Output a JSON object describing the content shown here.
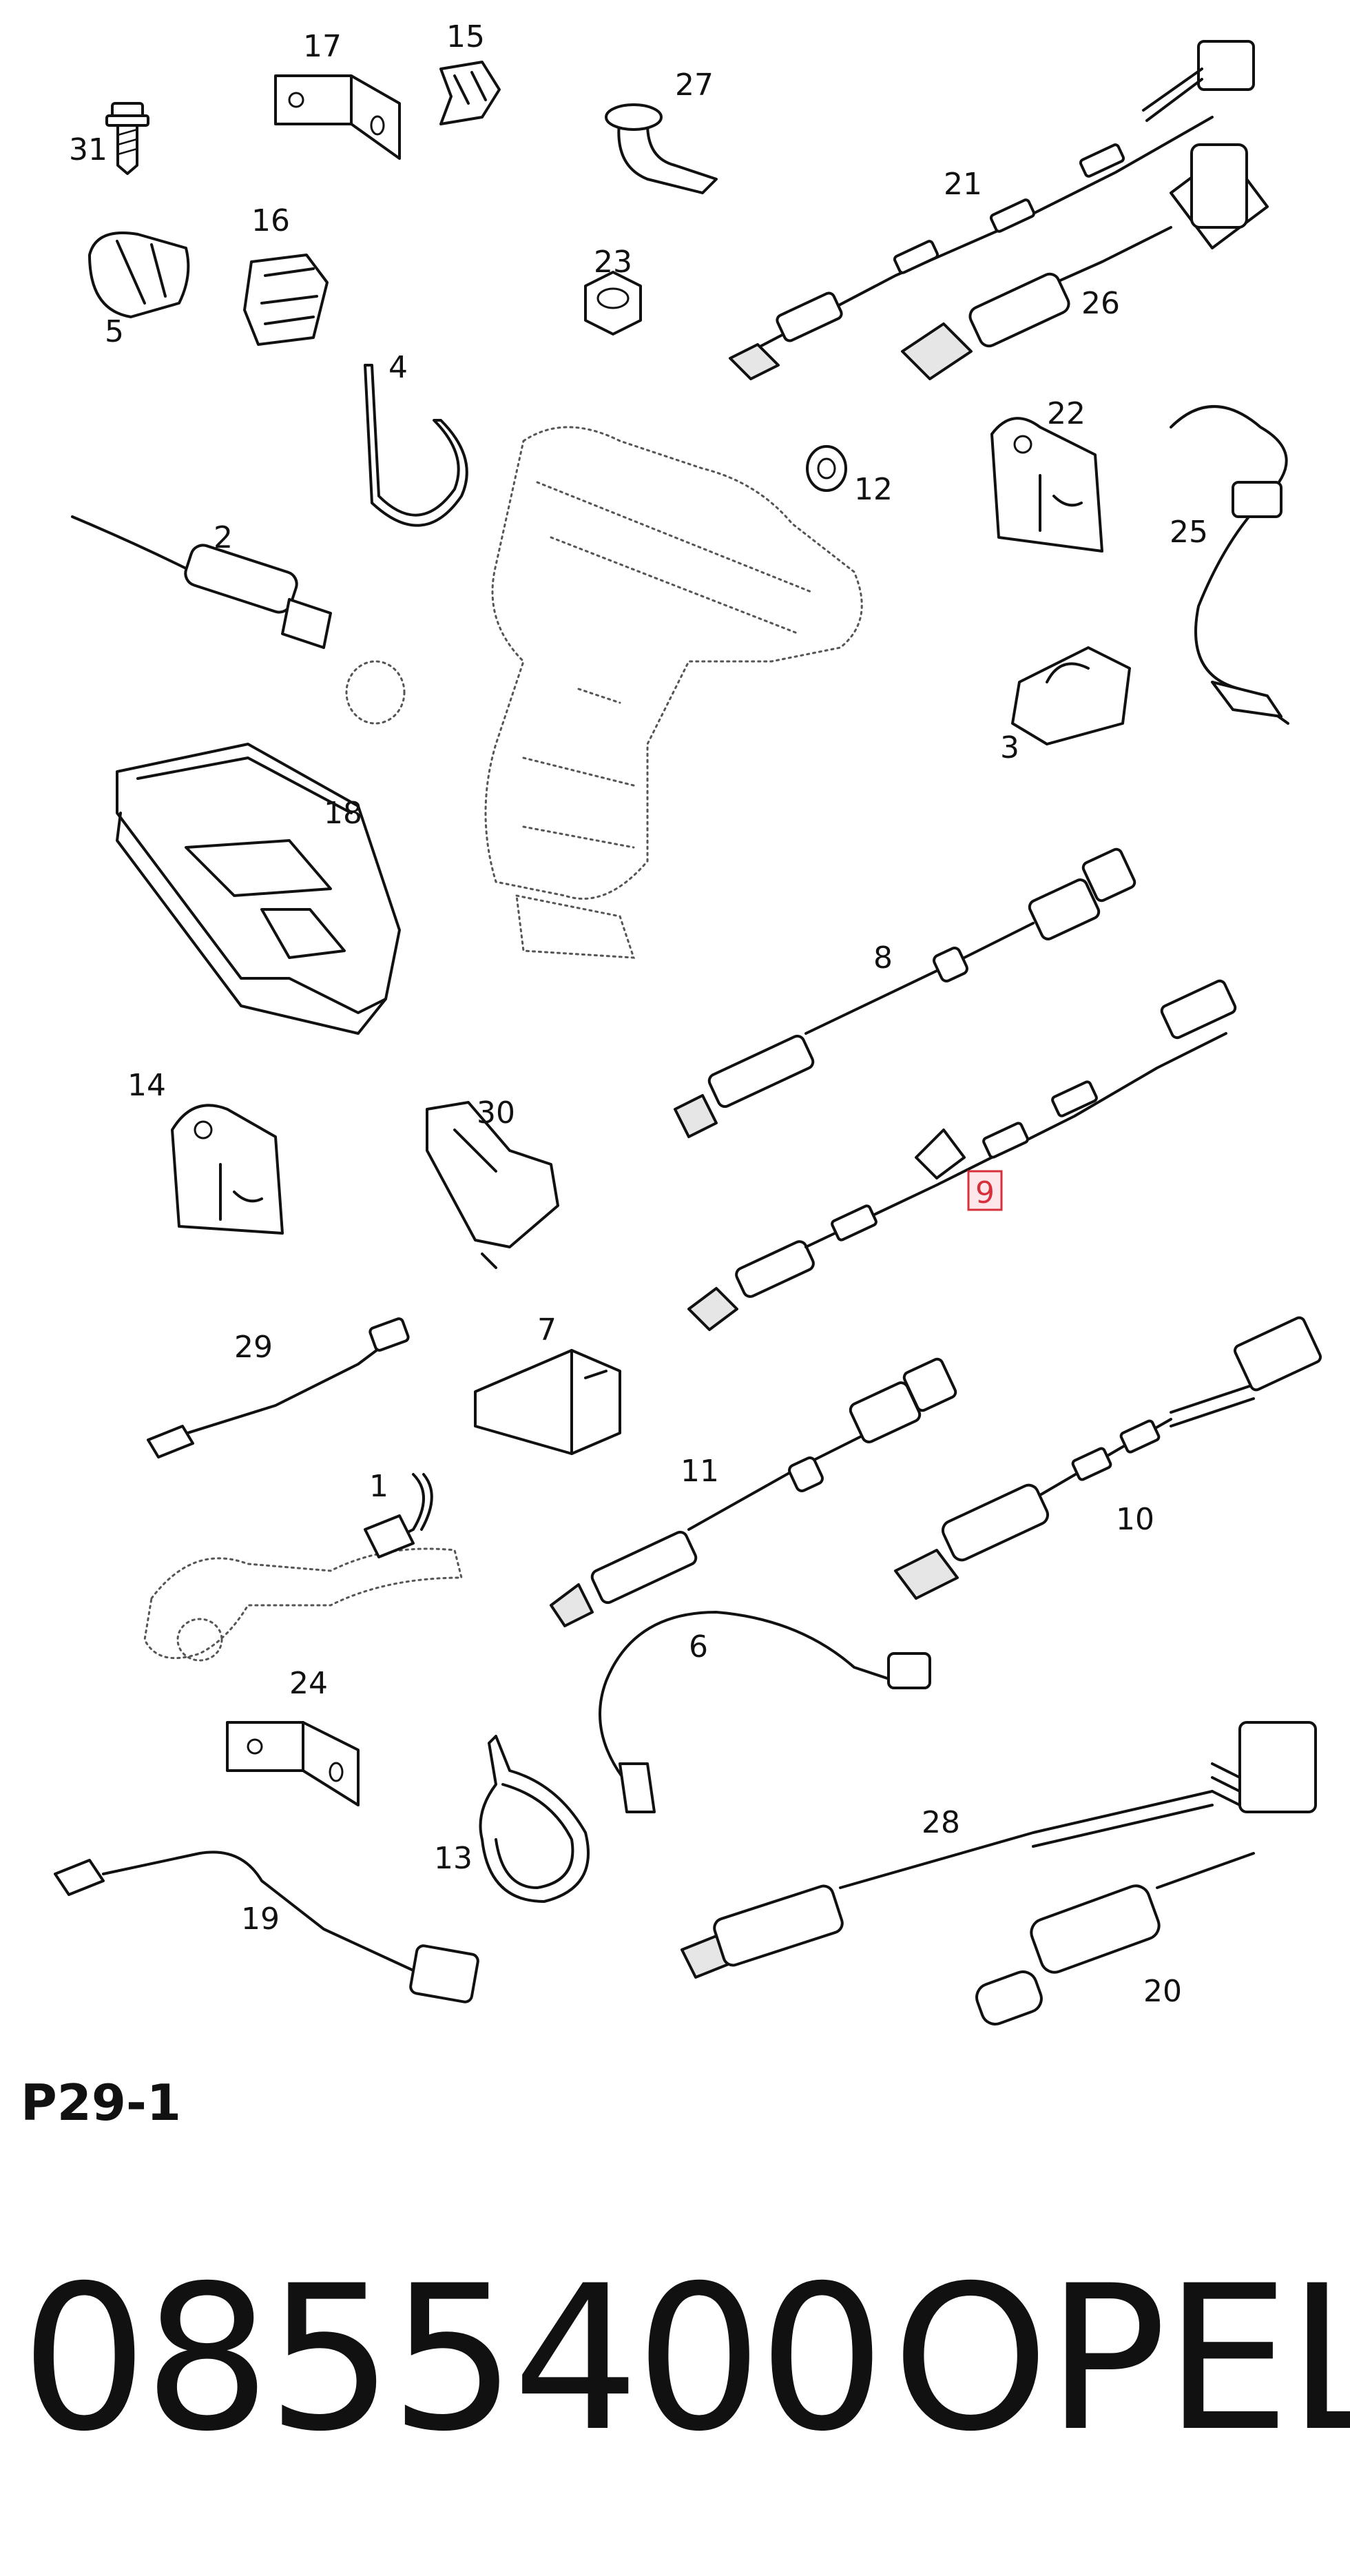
{
  "diagram": {
    "callouts": [
      {
        "id": "31",
        "label": "31"
      },
      {
        "id": "17",
        "label": "17"
      },
      {
        "id": "15",
        "label": "15"
      },
      {
        "id": "27",
        "label": "27"
      },
      {
        "id": "21",
        "label": "21"
      },
      {
        "id": "16",
        "label": "16"
      },
      {
        "id": "5",
        "label": "5"
      },
      {
        "id": "23",
        "label": "23"
      },
      {
        "id": "26",
        "label": "26"
      },
      {
        "id": "4",
        "label": "4"
      },
      {
        "id": "12",
        "label": "12"
      },
      {
        "id": "22",
        "label": "22"
      },
      {
        "id": "25",
        "label": "25"
      },
      {
        "id": "2",
        "label": "2"
      },
      {
        "id": "3",
        "label": "3"
      },
      {
        "id": "18",
        "label": "18"
      },
      {
        "id": "8",
        "label": "8"
      },
      {
        "id": "14",
        "label": "14"
      },
      {
        "id": "30",
        "label": "30"
      },
      {
        "id": "9",
        "label": "9",
        "highlighted": true
      },
      {
        "id": "29",
        "label": "29"
      },
      {
        "id": "7",
        "label": "7"
      },
      {
        "id": "11",
        "label": "11"
      },
      {
        "id": "10",
        "label": "10"
      },
      {
        "id": "1",
        "label": "1"
      },
      {
        "id": "6",
        "label": "6"
      },
      {
        "id": "24",
        "label": "24"
      },
      {
        "id": "28",
        "label": "28"
      },
      {
        "id": "13",
        "label": "13"
      },
      {
        "id": "19",
        "label": "19"
      },
      {
        "id": "20",
        "label": "20"
      }
    ],
    "highlight_color": "#d7303c"
  },
  "footer": {
    "sheet_code": "P29-1",
    "part_number": "0855400",
    "brand": "OPEL"
  }
}
